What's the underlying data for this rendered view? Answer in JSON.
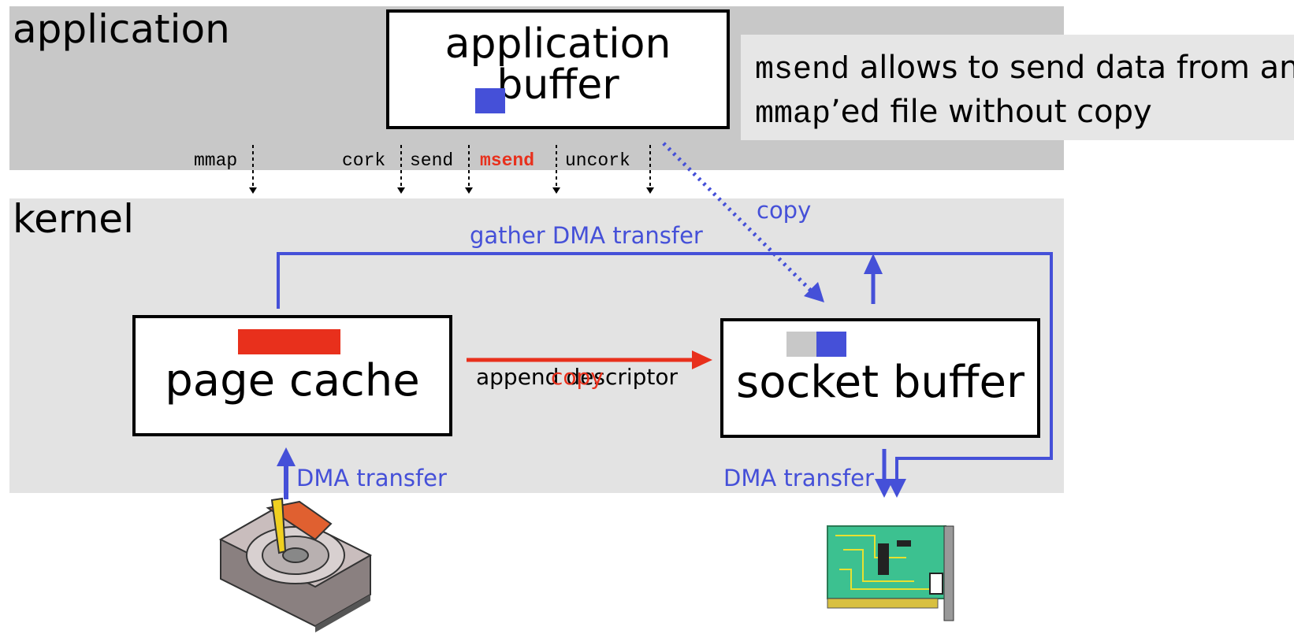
{
  "layers": {
    "application": "application",
    "kernel": "kernel"
  },
  "boxes": {
    "application_buffer": "application buffer",
    "page_cache": "page cache",
    "socket_buffer": "socket buffer"
  },
  "note": {
    "line1_code": "msend",
    "line1_text": " allows to send data from an",
    "line2_code": "mmap",
    "line2_text": "’ed file without copy"
  },
  "syscalls": [
    "mmap",
    "cork",
    "send",
    "msend",
    "uncork"
  ],
  "highlighted_syscall": "msend",
  "labels": {
    "copy_arrow": "copy",
    "gather": "gather DMA transfer",
    "append": "append descriptor",
    "append_overlay": "copy",
    "dma_left": "DMA transfer",
    "dma_right": "DMA transfer"
  },
  "devices": {
    "disk_icon": "hard-disk-icon",
    "nic_icon": "network-card-icon"
  },
  "colors": {
    "app_band": "#c8c8c8",
    "kernel_band": "#e3e3e3",
    "blue": "#4550d8",
    "red": "#e8301c",
    "note_bg": "#e6e6e6"
  }
}
